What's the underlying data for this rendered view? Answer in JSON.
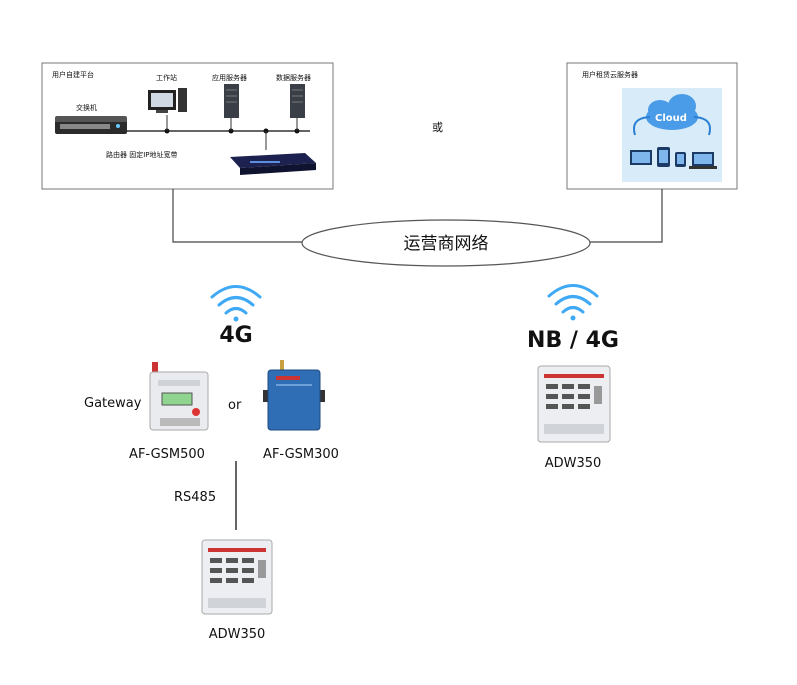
{
  "private_platform": {
    "title": "用户自建平台",
    "switch_label": "交换机",
    "workstation_label": "工作站",
    "app_server_label": "应用服务器",
    "db_server_label": "数据服务器",
    "router_label": "路由器 固定IP地址宽带"
  },
  "cloud_platform": {
    "title": "用户租赁云服务器",
    "cloud_text": "Cloud"
  },
  "or_text": "或",
  "carrier_network": "运营商网络",
  "left_branch": {
    "protocol": "4G",
    "gateway_label": "Gateway",
    "or_label": "or",
    "device1": "AF-GSM500",
    "device2": "AF-GSM300",
    "bus_label": "RS485",
    "meter": "ADW350"
  },
  "right_branch": {
    "protocol": "NB / 4G",
    "meter": "ADW350"
  },
  "colors": {
    "wifi": "#3fa9f5",
    "cloud": "#2a7fd4",
    "gsm300_body": "#2f6db5"
  }
}
